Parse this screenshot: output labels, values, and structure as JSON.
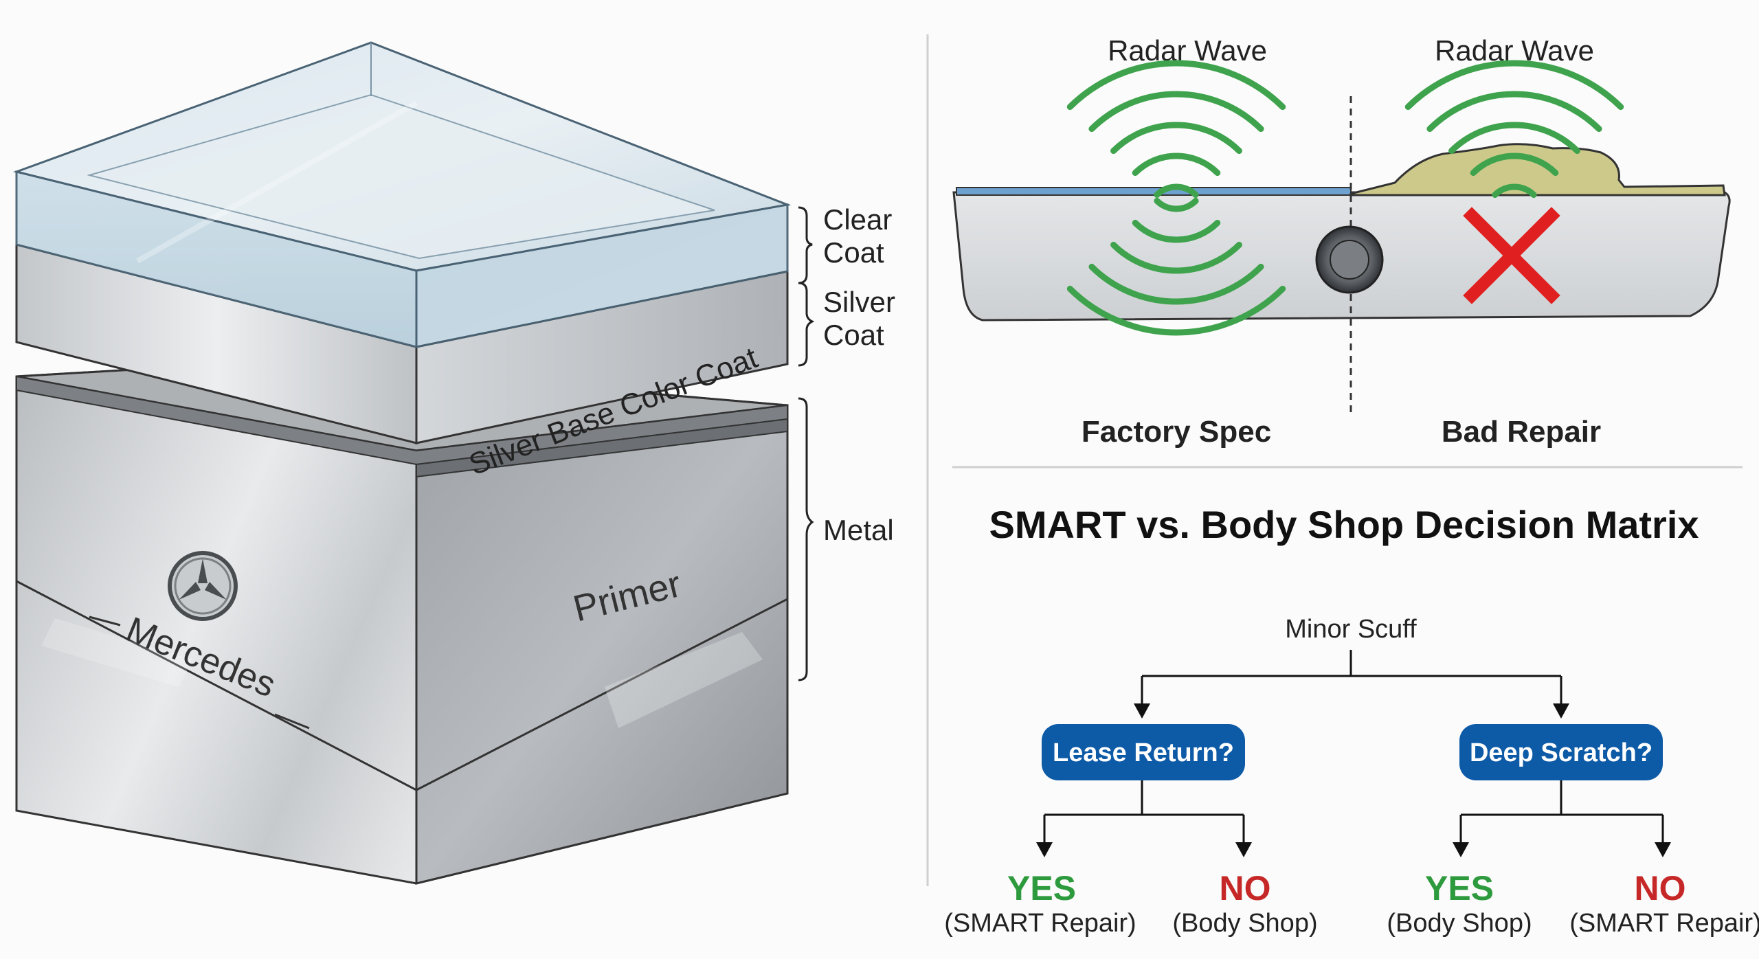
{
  "layers": {
    "clear_coat_label": "Clear\nCoat",
    "silver_coat_label": "Silver\nCoat",
    "metal_label": "Metal",
    "silver_base_text": "Silver Base Color Coat",
    "primer_text": "Primer",
    "brand_text": "Mercedes"
  },
  "radar": {
    "left_label": "Radar Wave",
    "right_label": "Radar Wave",
    "left_caption": "Factory Spec",
    "right_caption": "Bad Repair",
    "wave_color": "#3fa34d",
    "fail_color": "#e02020"
  },
  "matrix": {
    "title": "SMART vs. Body Shop Decision Matrix",
    "root": "Minor Scuff",
    "pill_color": "#0d5aa7",
    "branches": [
      {
        "question": "Lease Return?",
        "yes": "YES",
        "yes_detail": "(SMART Repair)",
        "no": "NO",
        "no_detail": "(Body Shop)"
      },
      {
        "question": "Deep Scratch?",
        "yes": "YES",
        "yes_detail": "(Body Shop)",
        "no": "NO",
        "no_detail": "(SMART Repair)"
      }
    ]
  }
}
